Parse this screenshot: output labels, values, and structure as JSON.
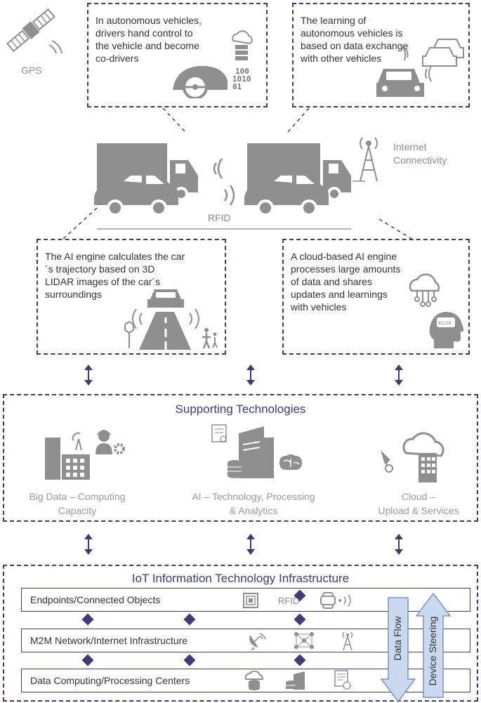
{
  "top": {
    "gps_label": "GPS",
    "box_left_text": "In autonomous vehicles, drivers hand control to the vehicle and become co-drivers",
    "box_right_text": "The learning of autonomous vehicles is based on data exchange with other vehicles",
    "binary_text": [
      "100",
      "1010",
      "01"
    ]
  },
  "middle": {
    "internet_label": "Internet Connectivity",
    "rfid_label": "RFID",
    "box_left_text": "The AI engine calculates the car´s trajectory based on 3D LIDAR images of the car´s surroundings",
    "box_right_text": "A cloud-based AI engine processes large amounts of data and shares updates and learnings with vehicles"
  },
  "supporting": {
    "title": "Supporting Technologies",
    "items": [
      {
        "label_line1": "Big Data – Computing",
        "label_line2": "Capacity"
      },
      {
        "label_line1": "AI – Technology, Processing",
        "label_line2": "& Analytics"
      },
      {
        "label_line1": "Cloud –",
        "label_line2": "Upload & Services"
      }
    ]
  },
  "iot": {
    "title": "IoT Information Technology Infrastructure",
    "layers": [
      "Endpoints/Connected Objects",
      "M2M Network/Internet Infrastructure",
      "Data Computing/Processing Centers"
    ],
    "rfid_label": "RFID",
    "data_flow_label": "Data Flow",
    "device_steering_label": "Device Steering"
  },
  "colors": {
    "accent": "#3f3a7a",
    "grey": "#8f8f8f",
    "arrow_fill": "#c9d9ef"
  }
}
